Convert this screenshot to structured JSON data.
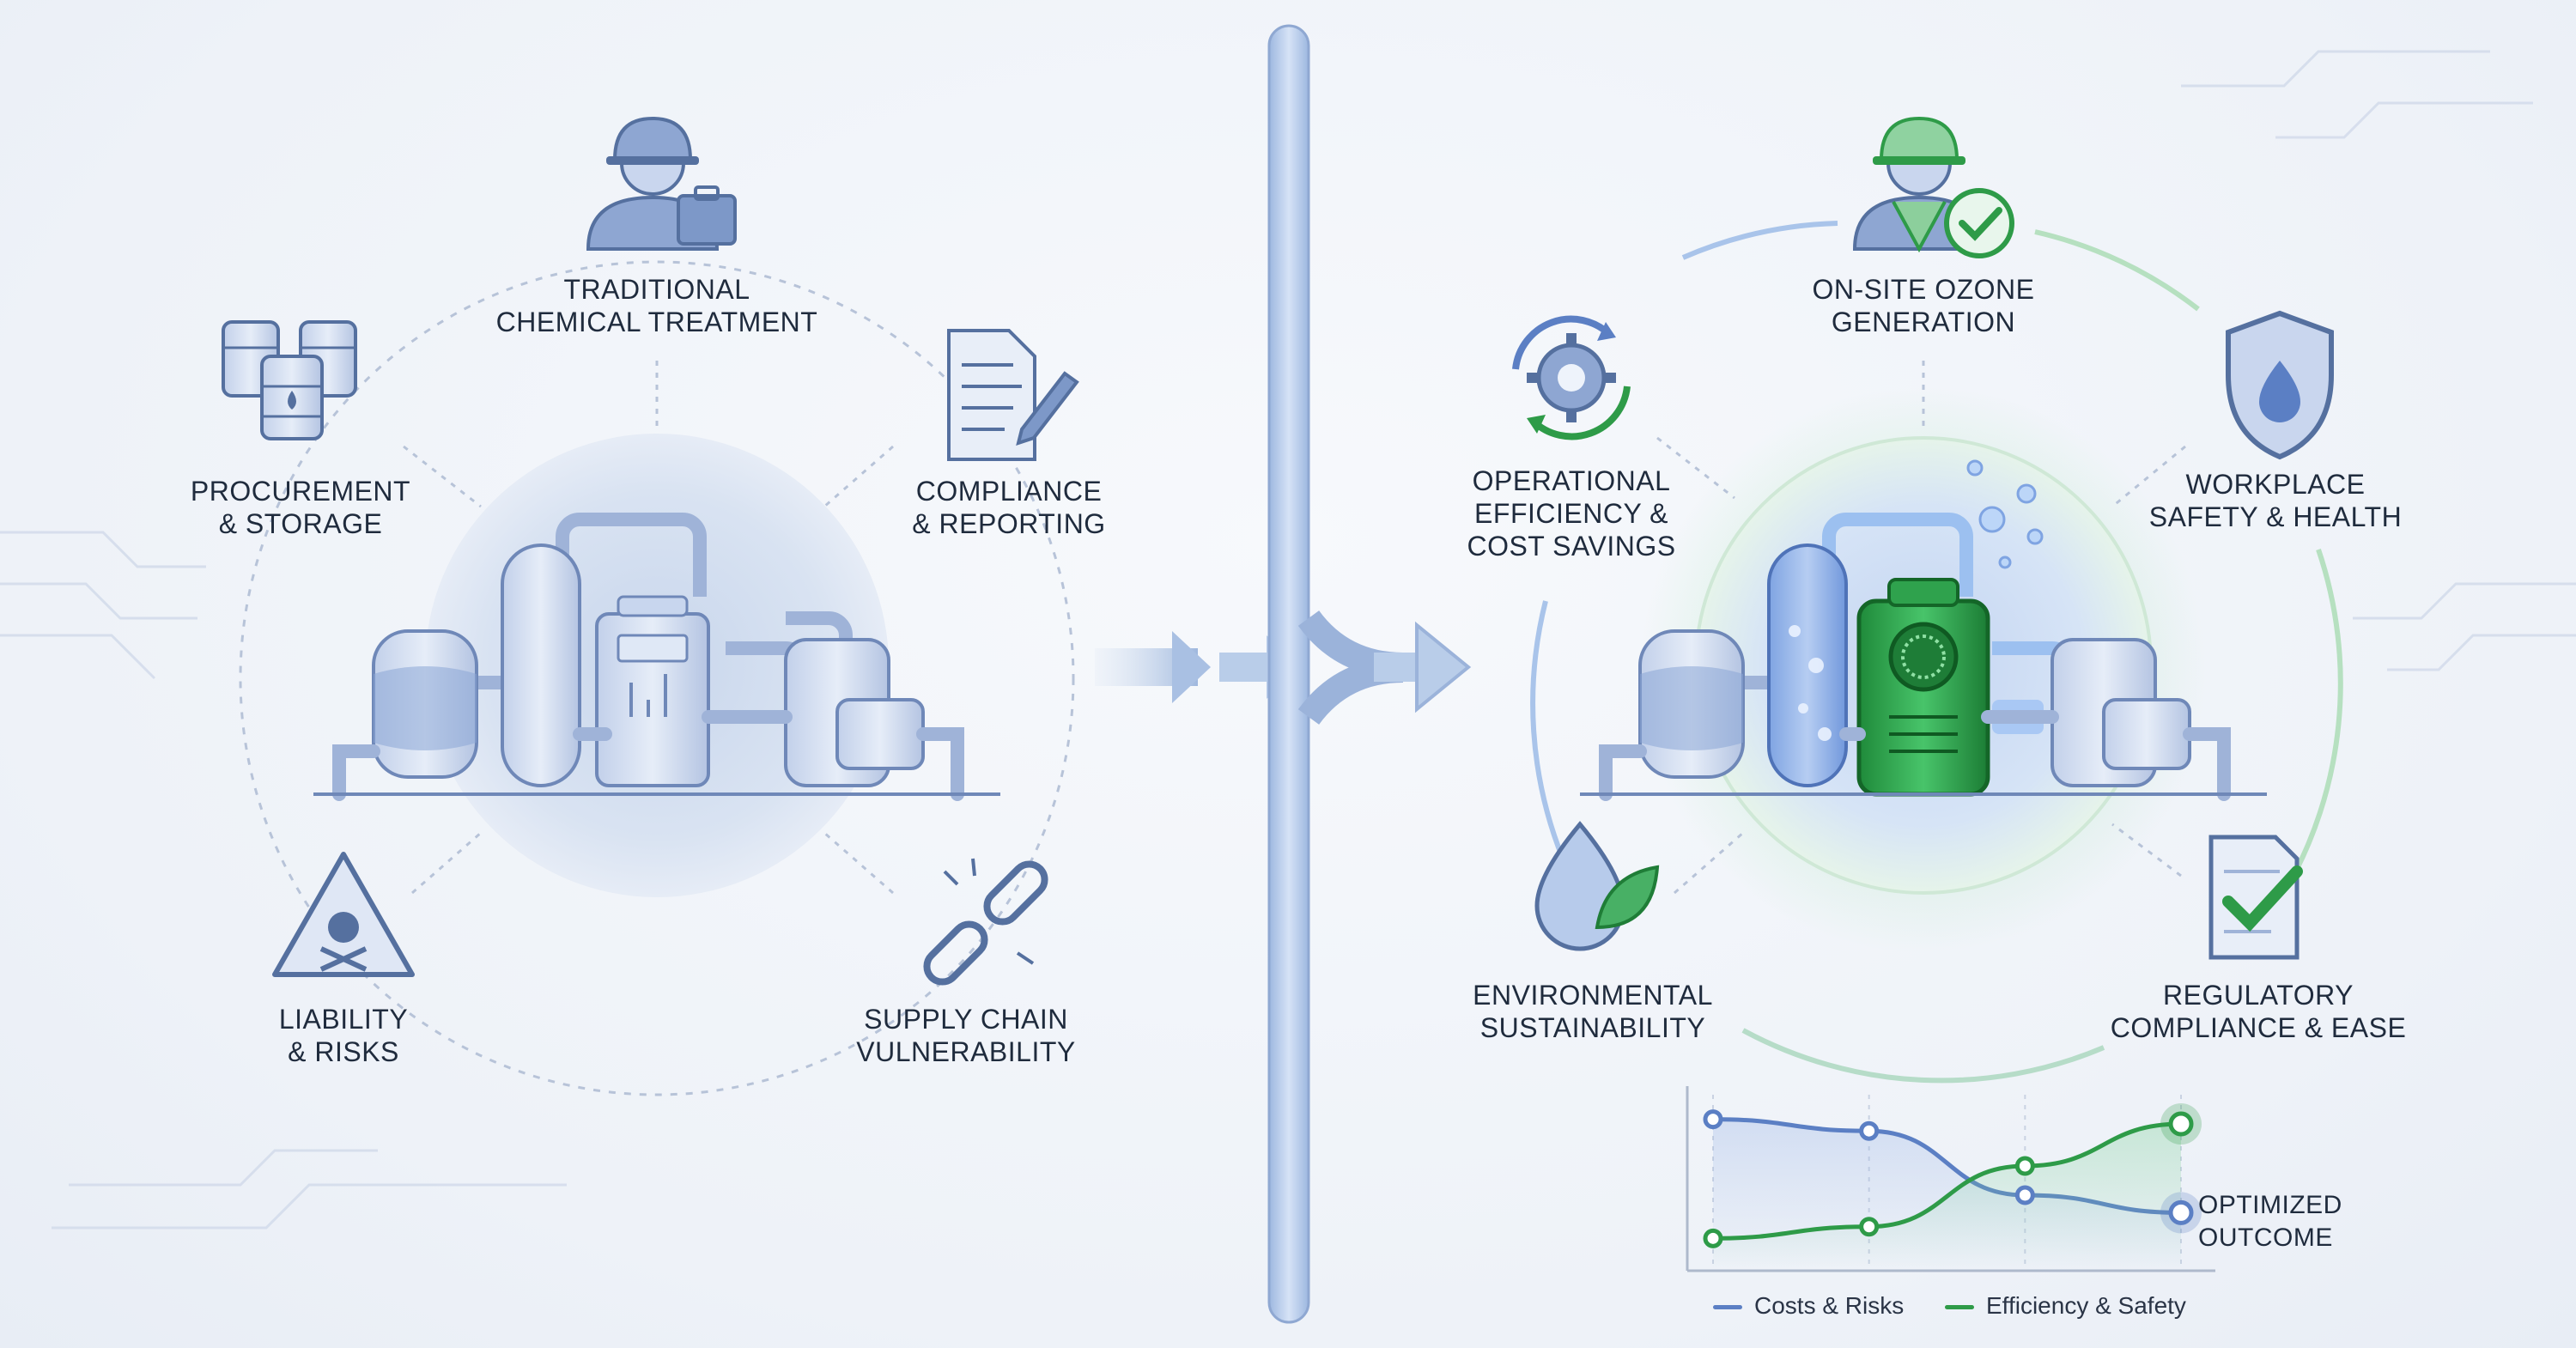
{
  "left": {
    "center_label": [
      "TRADITIONAL",
      "CHEMICAL TREATMENT"
    ],
    "items": [
      {
        "label": [
          "PROCUREMENT",
          "& STORAGE"
        ],
        "icon": "chemical-barrels-icon"
      },
      {
        "label": [
          "COMPLIANCE",
          "& REPORTING"
        ],
        "icon": "document-pen-icon"
      },
      {
        "label": [
          "LIABILITY",
          "& RISKS"
        ],
        "icon": "hazard-skull-icon"
      },
      {
        "label": [
          "SUPPLY CHAIN",
          "VULNERABILITY"
        ],
        "icon": "broken-chain-icon"
      }
    ],
    "top_icon": "worker-briefcase-icon"
  },
  "right": {
    "center_label": [
      "ON-SITE OZONE",
      "GENERATION"
    ],
    "items": [
      {
        "label": [
          "OPERATIONAL",
          "EFFICIENCY &",
          "COST SAVINGS"
        ],
        "icon": "gear-cycle-icon"
      },
      {
        "label": [
          "WORKPLACE",
          "SAFETY & HEALTH"
        ],
        "icon": "shield-drop-icon"
      },
      {
        "label": [
          "ENVIRONMENTAL",
          "SUSTAINABILITY"
        ],
        "icon": "water-leaf-icon"
      },
      {
        "label": [
          "REGULATORY",
          "COMPLIANCE & EASE"
        ],
        "icon": "checklist-icon"
      }
    ],
    "top_icon": "worker-check-icon"
  },
  "colors": {
    "blue": "#5b7fc4",
    "light_blue": "#b9cdea",
    "green": "#2e9b48",
    "slate": "#7a8fb8"
  },
  "chart_data": {
    "type": "line",
    "x": [
      1,
      2,
      3,
      4
    ],
    "series": [
      {
        "name": "Costs & Risks",
        "values": [
          0.9,
          0.8,
          0.25,
          0.1
        ],
        "color": "#5b7fc4"
      },
      {
        "name": "Efficiency & Safety",
        "values": [
          -0.12,
          -0.02,
          0.5,
          0.86
        ],
        "color": "#2e9b48"
      }
    ],
    "annotation": [
      "OPTIMIZED",
      "OUTCOME"
    ],
    "ylim": [
      -0.25,
      1.0
    ]
  }
}
